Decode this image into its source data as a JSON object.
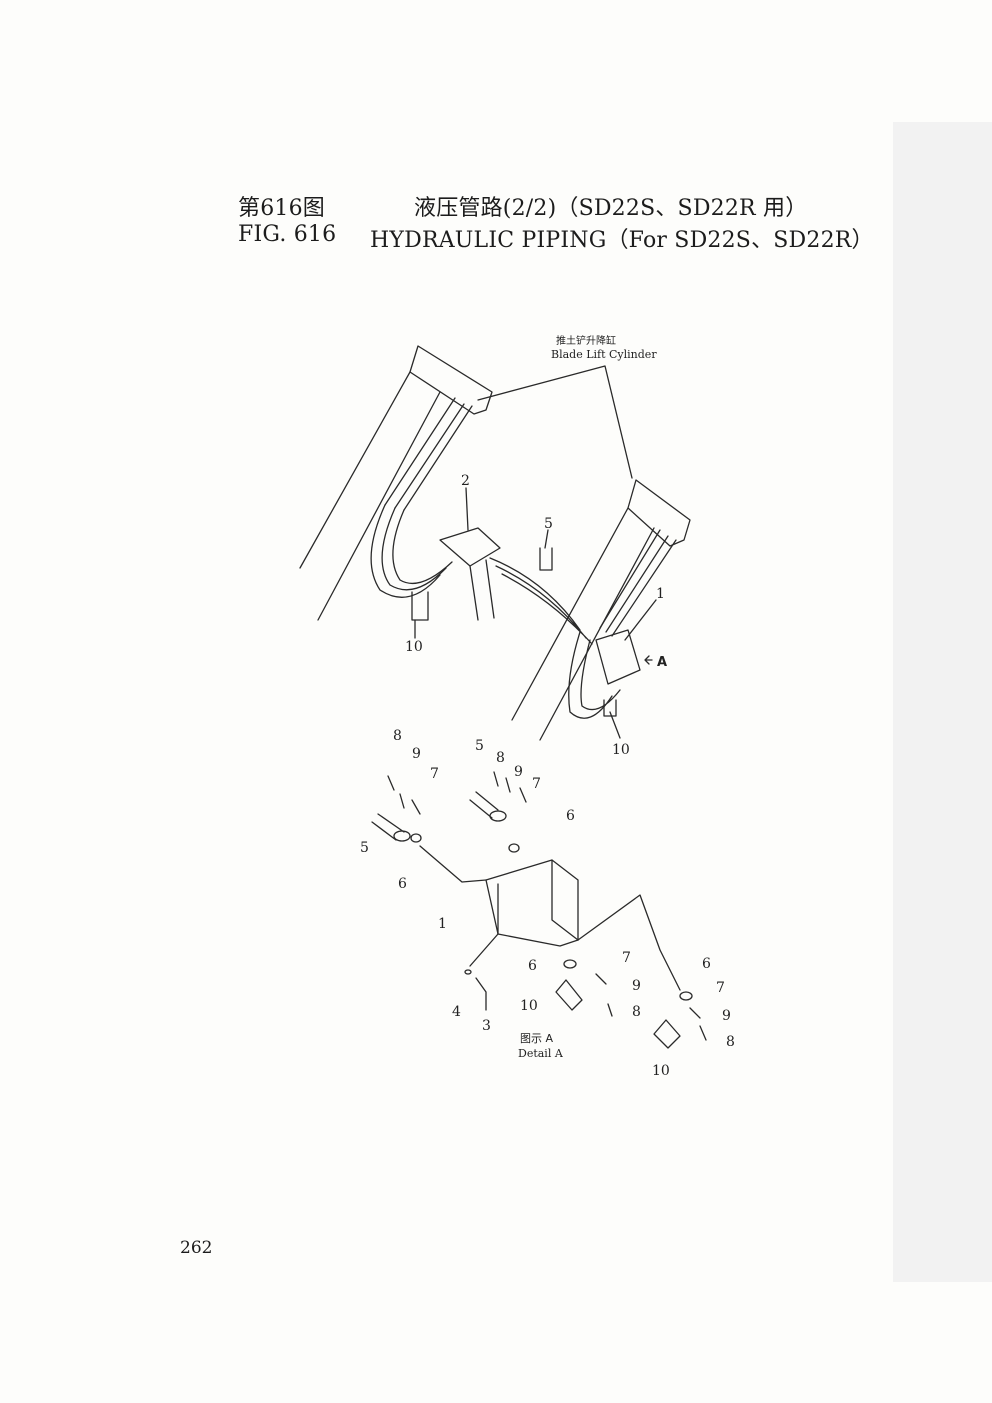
{
  "header": {
    "cn_fig_no": "第616图",
    "cn_title": "液压管路(2/2)（SD22S、SD22R 用）",
    "en_fig_no": "FIG. 616",
    "en_title": "HYDRAULIC PIPING（For SD22S、SD22R）"
  },
  "diagram": {
    "callout_cn": "推土铲升降缸",
    "callout_en": "Blade Lift Cylinder",
    "view_marker": "A",
    "detail_cn": "图示 A",
    "detail_en": "Detail A",
    "part_labels": [
      {
        "id": "top-2",
        "text": "2"
      },
      {
        "id": "top-5",
        "text": "5"
      },
      {
        "id": "top-10-left",
        "text": "10"
      },
      {
        "id": "top-1",
        "text": "1"
      },
      {
        "id": "top-10-right",
        "text": "10"
      },
      {
        "id": "d-8a",
        "text": "8"
      },
      {
        "id": "d-9a",
        "text": "9"
      },
      {
        "id": "d-7a",
        "text": "7"
      },
      {
        "id": "d-5a",
        "text": "5"
      },
      {
        "id": "d-6a",
        "text": "6"
      },
      {
        "id": "d-5b",
        "text": "5"
      },
      {
        "id": "d-8b",
        "text": "8"
      },
      {
        "id": "d-9b",
        "text": "9"
      },
      {
        "id": "d-7b",
        "text": "7"
      },
      {
        "id": "d-6b",
        "text": "6"
      },
      {
        "id": "d-1",
        "text": "1"
      },
      {
        "id": "d-6c",
        "text": "6"
      },
      {
        "id": "d-7c",
        "text": "7"
      },
      {
        "id": "d-9c",
        "text": "9"
      },
      {
        "id": "d-8c",
        "text": "8"
      },
      {
        "id": "d-10c",
        "text": "10"
      },
      {
        "id": "d-4",
        "text": "4"
      },
      {
        "id": "d-3",
        "text": "3"
      },
      {
        "id": "d-6d",
        "text": "6"
      },
      {
        "id": "d-7d",
        "text": "7"
      },
      {
        "id": "d-9d",
        "text": "9"
      },
      {
        "id": "d-8d",
        "text": "8"
      },
      {
        "id": "d-10d",
        "text": "10"
      }
    ]
  },
  "footer": {
    "page_number": "262"
  }
}
